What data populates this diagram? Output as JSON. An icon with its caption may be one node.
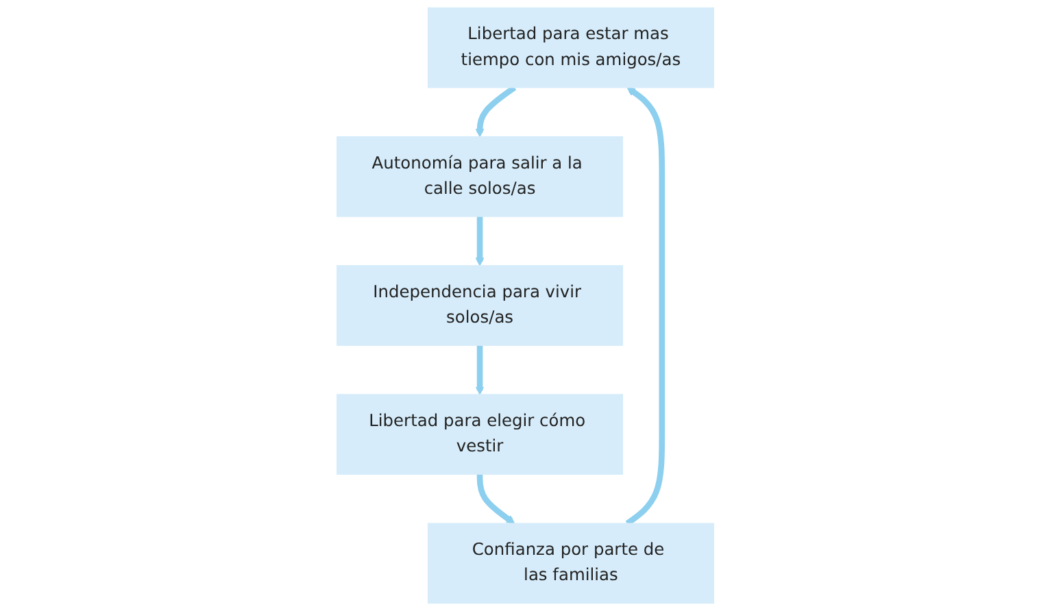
{
  "diagram": {
    "nodes": [
      {
        "text": [
          "Libertad para estar mas tiempo con mis amigos/as"
        ]
      },
      {
        "text": [
          "Confianza por parte de las familias"
        ]
      },
      {
        "text": [
          "Autonomía para salir a la calle solos/as"
        ]
      },
      {
        "text": [
          "Libertad para elegir cómo vestir"
        ]
      },
      {
        "text": [
          "Independencia para vivir solos/as"
        ]
      }
    ],
    "edges": [
      {
        "from": 0,
        "to": 2,
        "arrow": "to"
      },
      {
        "from": 2,
        "to": 4,
        "arrow": "to"
      },
      {
        "from": 4,
        "to": 3,
        "arrow": "to"
      },
      {
        "from": 3,
        "to": 1,
        "arrow": "to"
      },
      {
        "from": 1,
        "to": 0,
        "arrow": "to"
      }
    ]
  }
}
